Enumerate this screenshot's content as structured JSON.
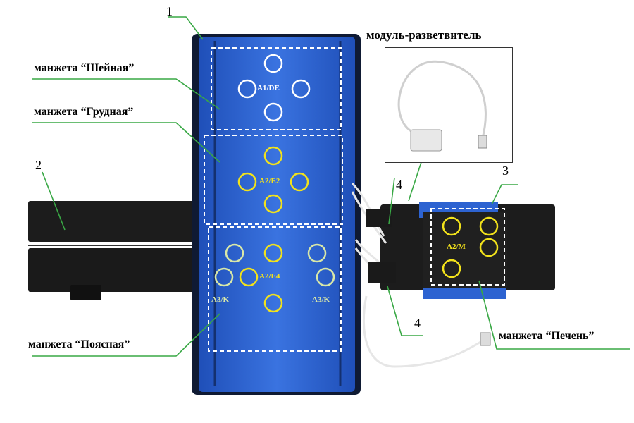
{
  "labels": {
    "cuff_neck": "манжета “Шейная”",
    "cuff_chest": "манжета “Грудная”",
    "cuff_waist": "манжета “Поясная”",
    "cuff_liver": "манжета “Печень”",
    "splitter_module": "модуль-разветвитель"
  },
  "callout_numbers": {
    "n1": "1",
    "n2": "2",
    "n3": "3",
    "n4_top": "4",
    "n4_bottom": "4"
  },
  "zone_labels": {
    "a1_de": "A1/DE",
    "a2_e2": "A2/E2",
    "a2_e4": "A2/E4",
    "a3_k_left": "A3/K",
    "a3_k_right": "A3/K",
    "a2_m": "A2/M"
  },
  "colors": {
    "cuff_blue": "#2d63d1",
    "strap_black": "#1c1c1c",
    "leader_green": "#39a845",
    "zone_white": "#ffffff",
    "zone_yellow": "#f2e21b",
    "zone_pale": "#d9e8a8"
  }
}
